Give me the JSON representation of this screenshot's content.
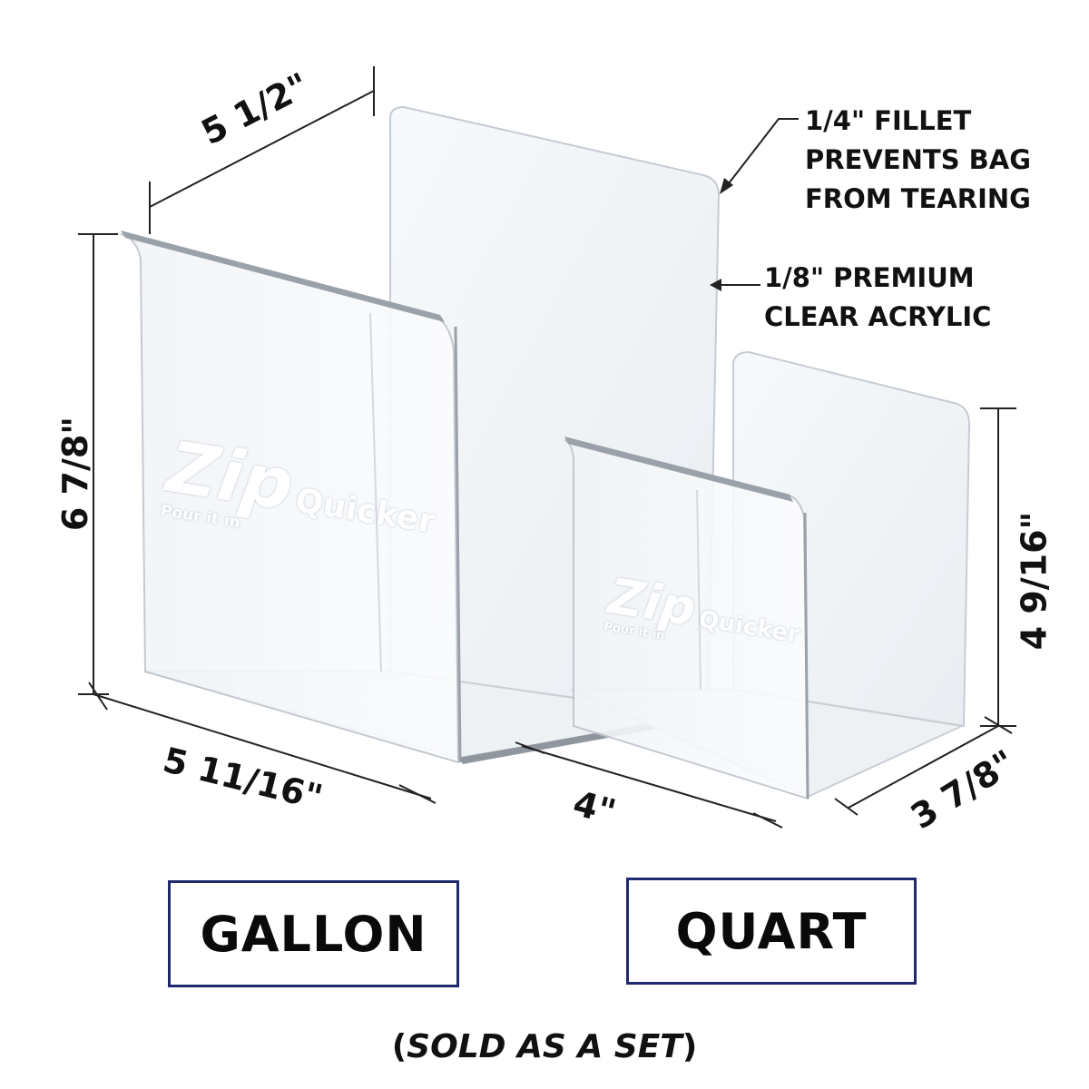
{
  "dimensions": {
    "gallon_depth": "5 1/2\"",
    "gallon_height": "6 7/8\"",
    "gallon_width": "5 11/16\"",
    "quart_width": "4\"",
    "quart_height": "4 9/16\"",
    "quart_depth": "3 7/8\""
  },
  "callouts": {
    "fillet": "1/4\" FILLET\nPREVENTS BAG\nFROM TEARING",
    "material": "1/8\" PREMIUM\nCLEAR ACRYLIC"
  },
  "logo": {
    "brand_word": "Zip",
    "brand_word2": "Quicker",
    "tagline": "Pour it in"
  },
  "labels": {
    "gallon": "GALLON",
    "quart": "QUART"
  },
  "caption": {
    "open": "(",
    "text": "SOLD AS A SET",
    "close": ")"
  },
  "colors": {
    "box_border": "#1f2a6e",
    "text": "#111111",
    "acrylic_edge": "#b9c0c8"
  }
}
